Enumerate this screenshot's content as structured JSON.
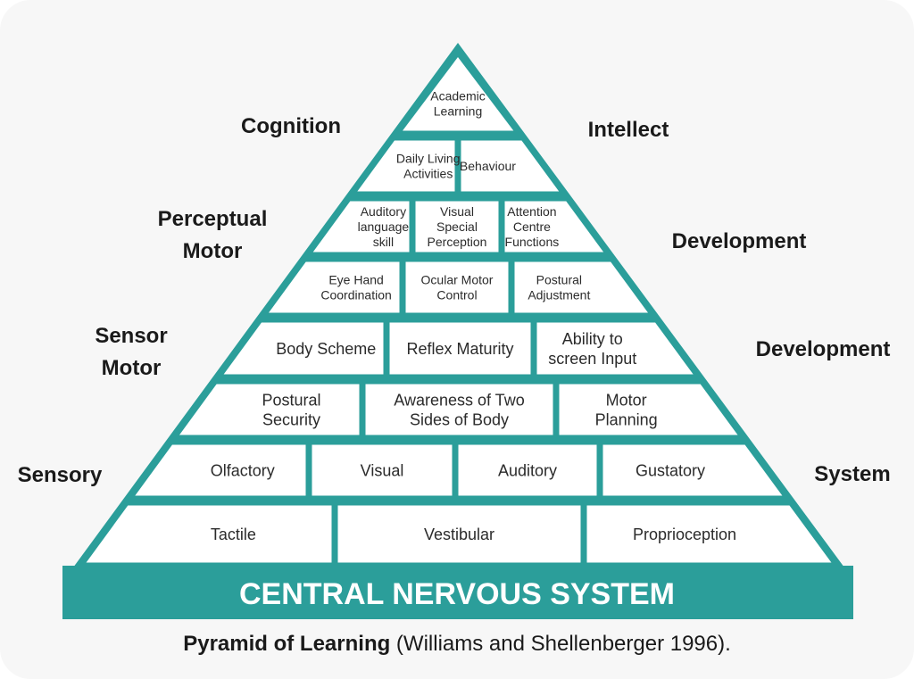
{
  "colors": {
    "accent": "#2b9e9a",
    "background": "#f7f7f7",
    "cell": "#ffffff",
    "text": "#2b2b2b"
  },
  "pyramid": {
    "rows": [
      {
        "level": "Academic Learning",
        "cells": [
          "Academic\nLearning"
        ]
      },
      {
        "level": "Cognition / Intellect",
        "cells": [
          "Daily Living\nActivities",
          "Behaviour"
        ]
      },
      {
        "level": "Perceptual Motor / Development",
        "cells": [
          "Auditory\nlanguage\nskill",
          "Visual\nSpecial\nPerception",
          "Attention\nCentre\nFunctions"
        ]
      },
      {
        "level": "Perceptual Motor / Development",
        "cells": [
          "Eye Hand\nCoordination",
          "Ocular Motor\nControl",
          "Postural\nAdjustment"
        ]
      },
      {
        "level": "Sensor Motor / Development",
        "cells": [
          "Body Scheme",
          "Reflex Maturity",
          "Ability to\nscreen Input"
        ]
      },
      {
        "level": "Sensor Motor / Development",
        "cells": [
          "Postural\nSecurity",
          "Awareness of Two\nSides of Body",
          "Motor\nPlanning"
        ]
      },
      {
        "level": "Sensory System",
        "cells": [
          "Olfactory",
          "Visual",
          "Auditory",
          "Gustatory"
        ]
      },
      {
        "level": "Sensory System",
        "cells": [
          "Tactile",
          "Vestibular",
          "Proprioception"
        ]
      }
    ],
    "base_label": "CENTRAL NERVOUS SYSTEM"
  },
  "side_labels": {
    "left": [
      "Cognition",
      "Perceptual\nMotor",
      "Sensor\nMotor",
      "Sensory"
    ],
    "right": [
      "Intellect",
      "Development",
      "Development",
      "System"
    ]
  },
  "caption": {
    "bold": "Pyramid of Learning",
    "rest": " (Williams and Shellenberger 1996)."
  }
}
